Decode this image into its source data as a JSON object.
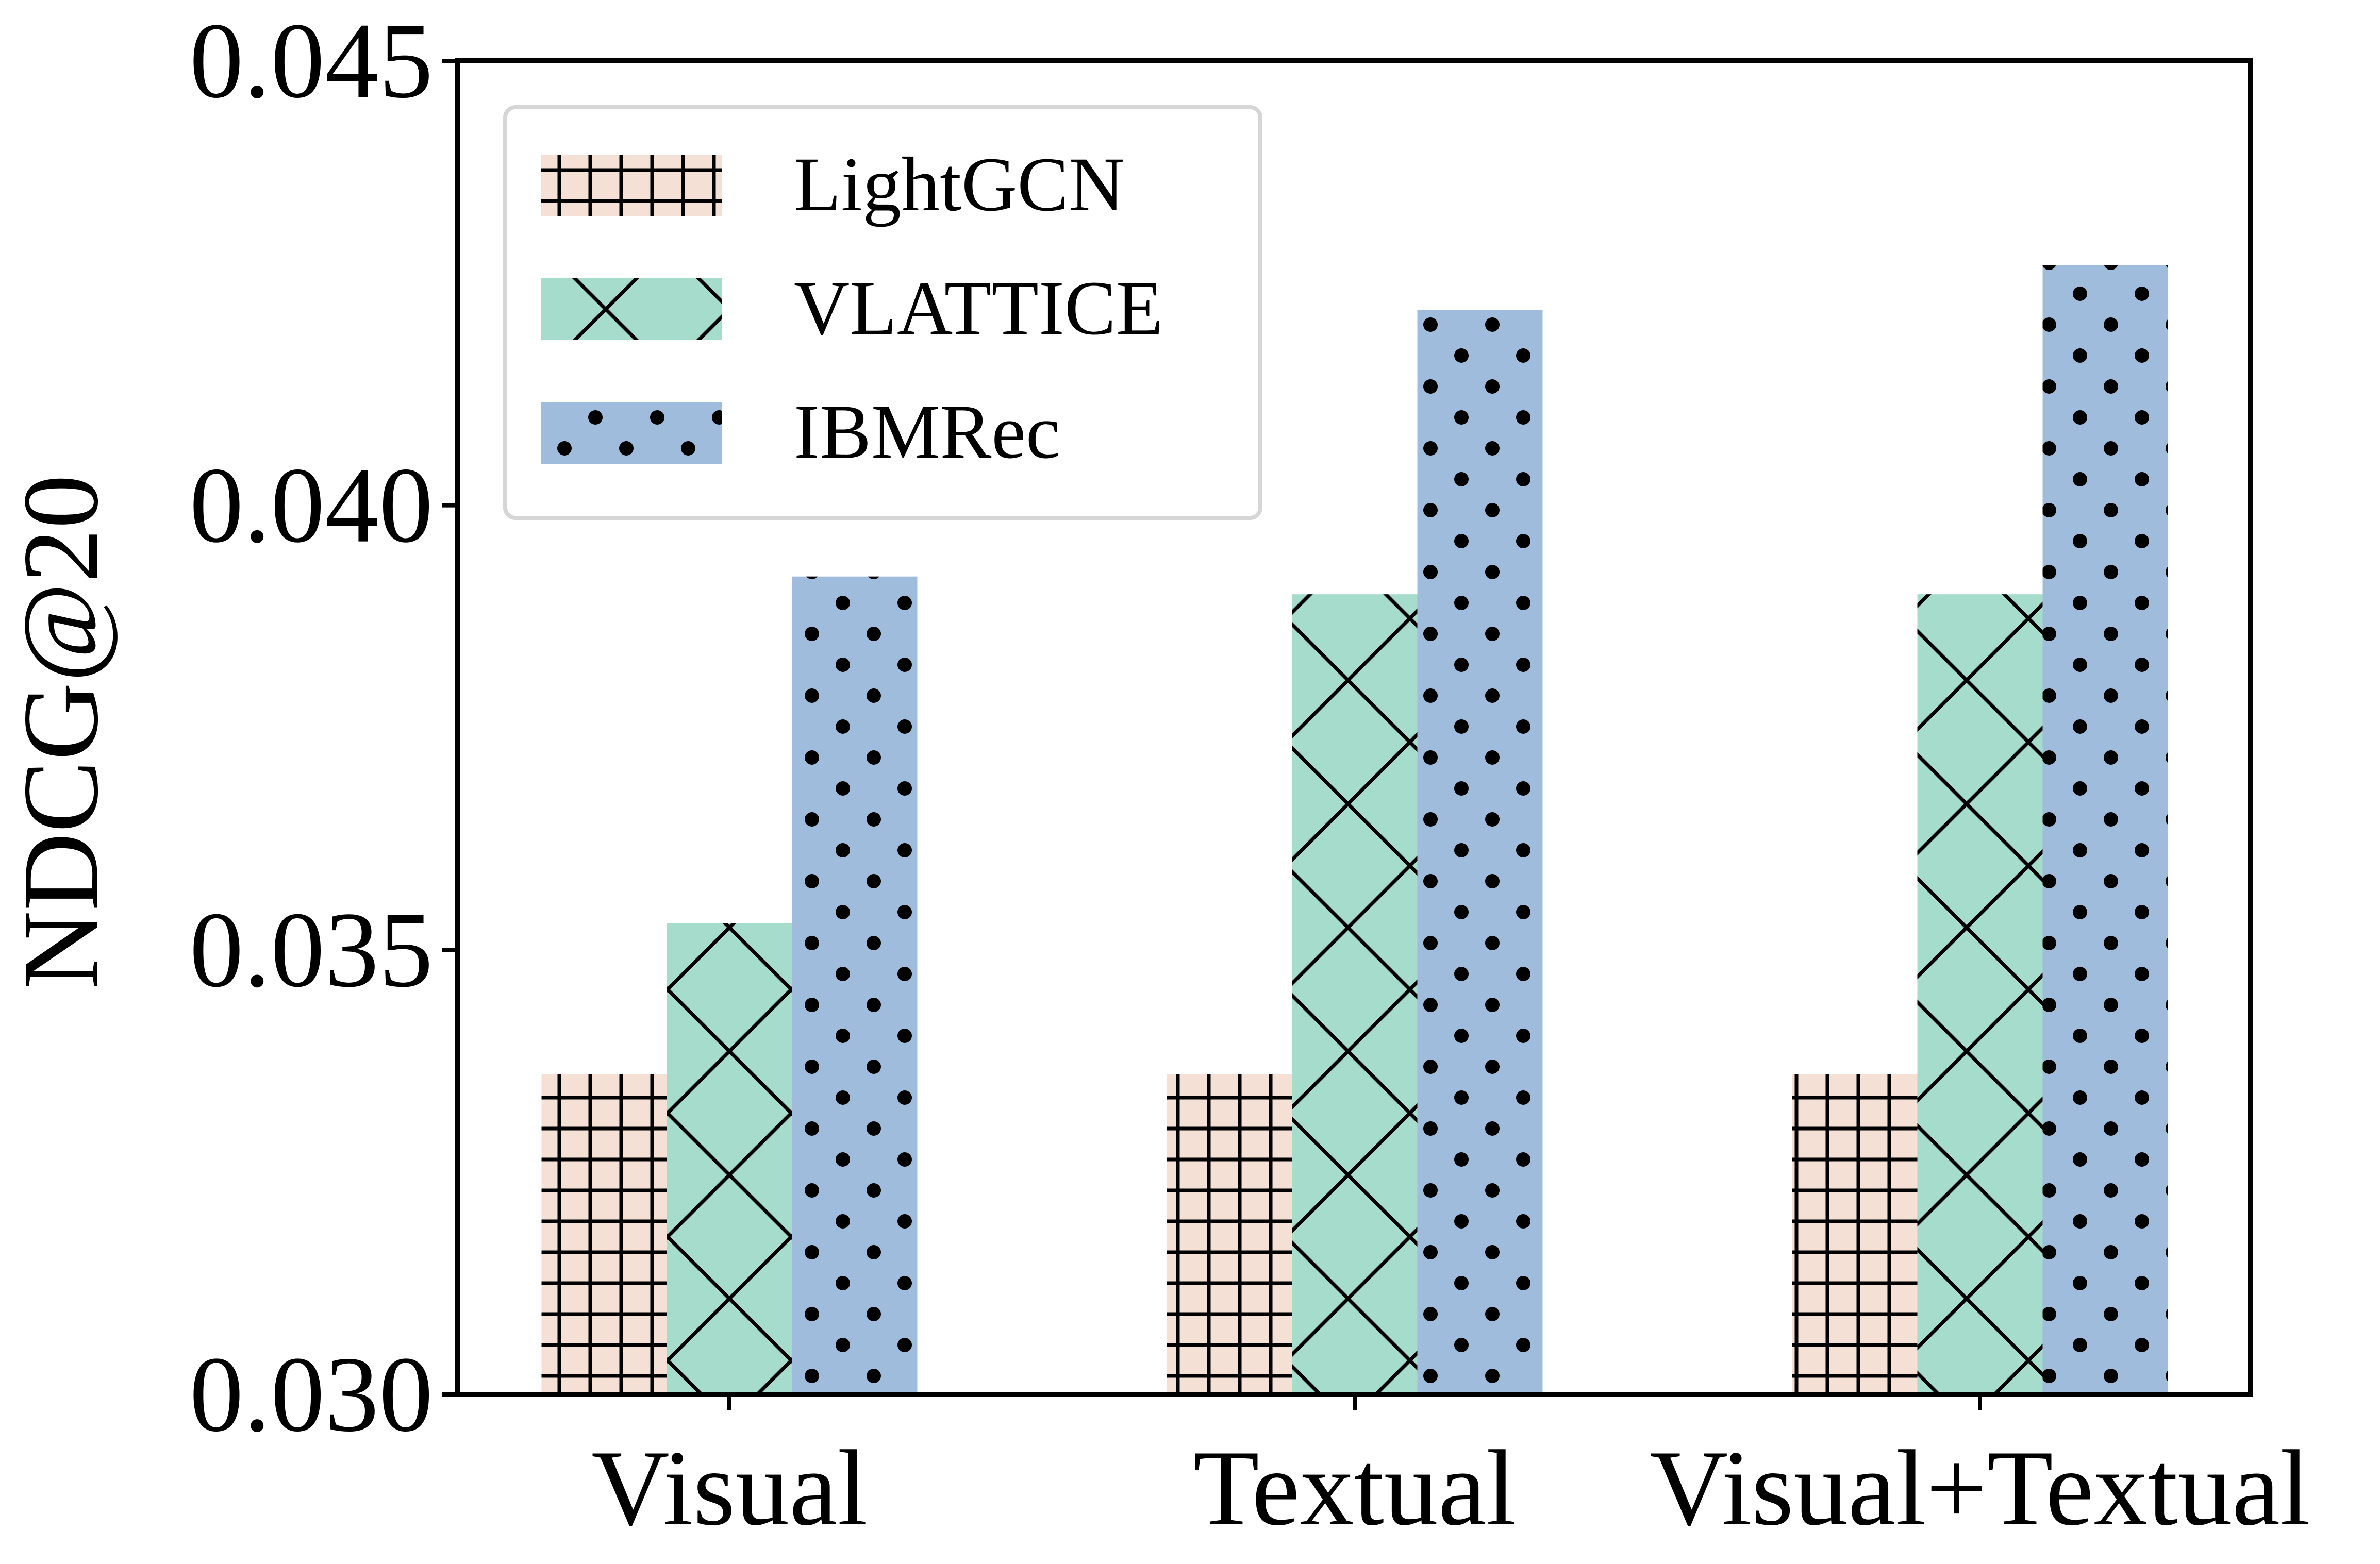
{
  "chart_data": {
    "type": "bar",
    "ylabel": "NDCG@20",
    "categories": [
      "Visual",
      "Textual",
      "Visual+Textual"
    ],
    "ylim": [
      0.03,
      0.045
    ],
    "yticks": [
      "0.030",
      "0.035",
      "0.040",
      "0.045"
    ],
    "grid": false,
    "legend_position": "top-left",
    "series": [
      {
        "name": "LightGCN",
        "values": [
          0.0336,
          0.0336,
          0.0336
        ],
        "color": "#f4e0d4",
        "hatch": "plus"
      },
      {
        "name": "VLATTICE",
        "values": [
          0.0353,
          0.039,
          0.039
        ],
        "color": "#a5dccc",
        "hatch": "cross"
      },
      {
        "name": "IBMRec",
        "values": [
          0.0392,
          0.0422,
          0.0427
        ],
        "color": "#a0bcdc",
        "hatch": "dots"
      }
    ]
  }
}
